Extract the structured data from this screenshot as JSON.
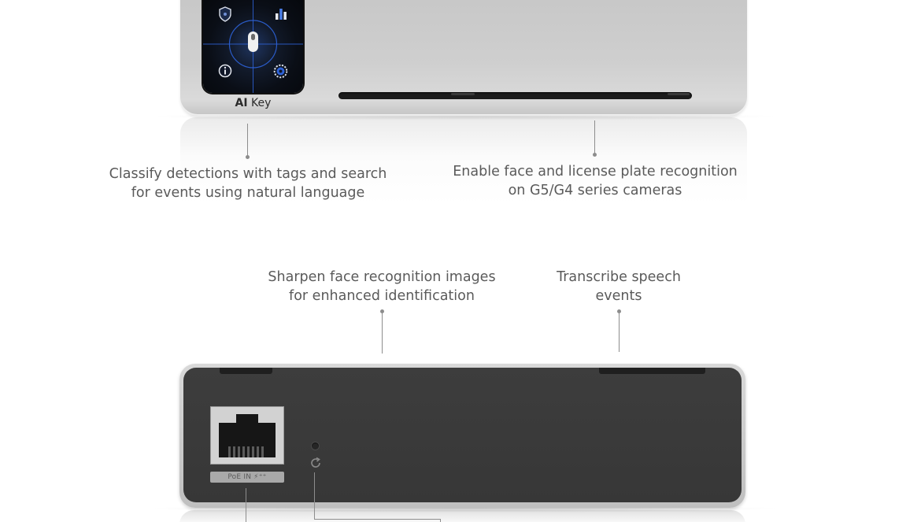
{
  "front": {
    "ai_key_bold": "AI",
    "ai_key_rest": " Key",
    "callouts": {
      "left": {
        "line1": "Classify detections with tags and search",
        "line2": "for events using natural language"
      },
      "right": {
        "line1": "Enable face and license plate recognition",
        "line2": "on G5/G4 series cameras"
      }
    },
    "screen_icons": [
      "shield-icon",
      "bar-chart-icon",
      "info-icon",
      "gear-icon",
      "key-icon"
    ]
  },
  "back": {
    "callouts": {
      "left": {
        "line1": "Sharpen face recognition images",
        "line2": "for enhanced identification"
      },
      "right": {
        "line1": "Transcribe speech",
        "line2": "events"
      }
    },
    "port_label": "PoE IN ⚡⁺⁺",
    "icons": [
      "ethernet-port-icon",
      "status-led-icon",
      "reset-icon"
    ]
  },
  "colors": {
    "screen_accent": "#2e63d9",
    "body_silver": "#cfcfcf",
    "back_panel": "#3a3a3a",
    "text": "#5a5a5a"
  }
}
